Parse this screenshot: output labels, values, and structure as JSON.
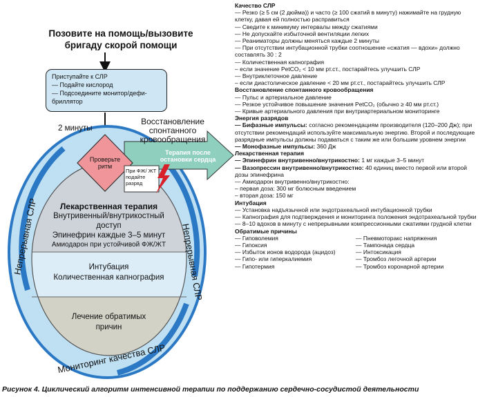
{
  "left": {
    "call_help": "Позовите на помощь/вызовите бригаду скорой помощи",
    "start_box": {
      "line1": "Приступайте к СЛР",
      "line2": "— Подайте кислород",
      "line3": "— Подсоедините монитор/дефи-",
      "line4": "бриллятор"
    },
    "two_minutes": "2 минуты",
    "rosc": "Восстановление спонтанного кровообращения",
    "post_arrest": "Терапия после остановки сердца",
    "check_rhythm": "Проверьте ритм",
    "shock_label": "При ФЖ/ ЖТ подайте разряд",
    "drug_title": "Лекарственная терапия",
    "drug_line1": "Внутривенный/внутрикостный",
    "drug_line2": "доступ",
    "drug_line3": "Эпинефрин каждые 3–5 минут",
    "drug_line4": "Амиодарон при устойчивой ФЖ/ЖТ",
    "intubation_line1": "Интубация",
    "intubation_line2": "Количественная капнография",
    "causes_line1": "Лечение обратимых",
    "causes_line2": "причин",
    "cpr_left": "Непрерывная СЛР",
    "cpr_right": "Непрерывная СЛР",
    "cpr_bottom": "Мониторинг качества СЛР"
  },
  "right": {
    "s1_title": "Качество СЛР",
    "s1": [
      "— Резко (≥ 5 см (2 дюйма)) и часто (≥ 100 сжатий в минуту) нажимайте на грудную клетку, давая ей полностью расправиться",
      "— Сведите к минимуму интервалы между сжатиями",
      "— Не допускайте избыточной вентиляции легких",
      "— Реаниматоры должны меняться каждые 2 минуты",
      "— При отсутствии интубационной трубки соотношение «сжатия — вдохи» должно составлять 30 : 2",
      "— Количественная капнография",
      "– если значение PetCO₂ < 10 мм рт.ст., постарайтесь улучшить СЛР",
      "— Внутриклеточное давление",
      "– если диастолическое давление < 20 мм рт.ст., постарайтесь улучшить СЛР"
    ],
    "s2_title": "Восстановление спонтанного кровообращения",
    "s2": [
      "— Пульс и артериальное давление",
      "— Резкое устойчивое повышение значения PetCO₂ (обычно ≥ 40 мм рт.ст.)",
      "— Кривые артериального давления при внутриартериальном мониторинге"
    ],
    "s3_title": "Энергия разрядов",
    "s3_b1_bold": "— Бифазные импульсы:",
    "s3_b1_text": " согласно рекомендациям производителя (120–200 Дж); при отсутствии рекомендаций используйте максимальную энергию. Второй и последующие разрядные импульсы должны подаваться с таким же или большим уровнем энергии",
    "s3_b2_bold": "— Монофазные импульсы:",
    "s3_b2_text": " 360 Дж",
    "s4_title": "Лекарственная терапия",
    "s4_b1_bold": "— Эпинефрин внутривенно/внутрикостно:",
    "s4_b1_text": " 1 мг каждые 3–5 минут",
    "s4_b2_bold": "— Вазопрессин внутривенно/внутрикостно:",
    "s4_b2_text": " 40 единиц вместо первой или второй дозы эпинефрина",
    "s4_rest": [
      "— Амиодарон внутривенно/внутрикостно:",
      "– первая доза: 300 мг болюсным введением",
      "– вторая доза: 150 мг"
    ],
    "s5_title": "Интубация",
    "s5": [
      "— Установка надъязычной или эндотрахеальной интубационной трубки",
      "— Капнография для подтверждения и мониторинга положения эндотрахеальной трубки",
      "— 8–10 вдохов в минуту с непрерывными компрессионными сжатиями грудной клетки"
    ],
    "s6_title": "Обратимые причины",
    "s6_col1": [
      "— Гиповолемия",
      "— Гипоксия",
      "— Избыток ионов водорода (ацидоз)",
      "— Гипо- или гиперкалиемия",
      "— Гипотермия"
    ],
    "s6_col2": [
      "— Пневмоторакс напряжения",
      "— Тампонада сердца",
      "— Интоксикация",
      "— Тромбоз легочной артерии",
      "— Тромбоз коронарной артерии"
    ]
  },
  "caption": "Рисунок 4. Циклический алгоритм интенсивной терапии по поддержанию сердечно-сосудистой деятельности",
  "colors": {
    "ring": "#2b78c4",
    "ring_light": "#bfe0f3",
    "drug": "#ced3da",
    "intub": "#dcedf8",
    "causes": "#d2d2c6",
    "diamond": "#f0969a",
    "arrow": "#8fcfbe",
    "bolt": "#d8202a"
  }
}
